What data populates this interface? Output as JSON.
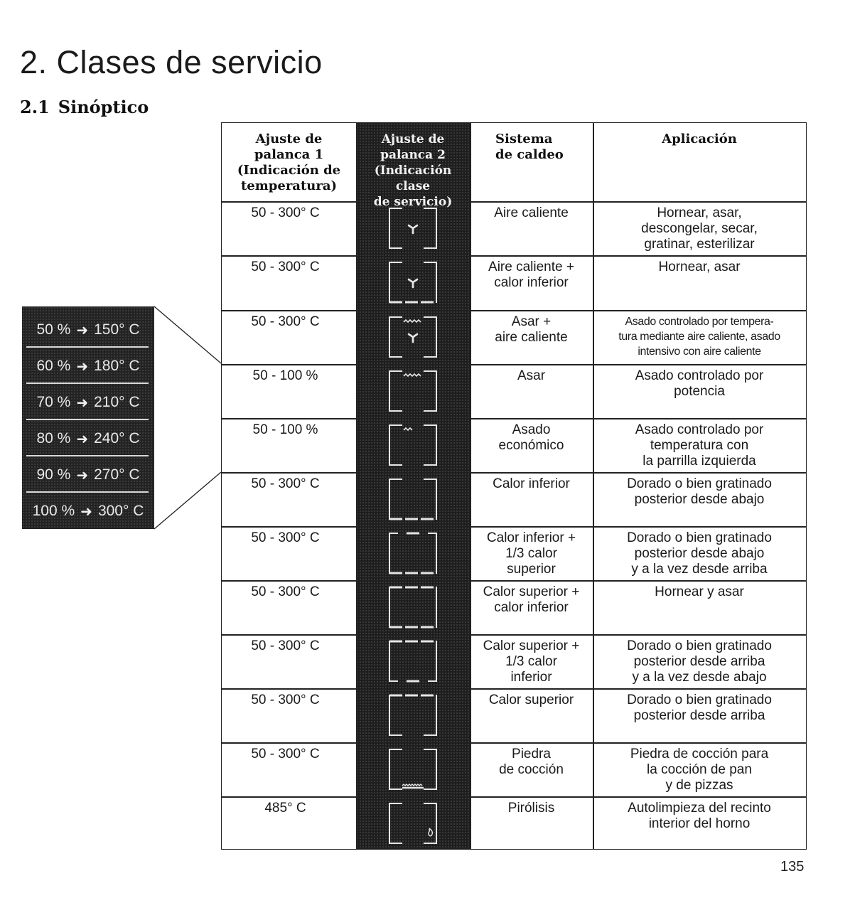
{
  "page": {
    "title": "2. Clases de servicio",
    "section_number": "2.1",
    "section_title": "Sinóptico",
    "page_number": "135"
  },
  "table": {
    "headers": [
      "Ajuste de\npalanca 1\n(Indicación de\ntemperatura)",
      "Ajuste de\npalanca 2\n(Indicación clase\nde servicio)",
      "Sistema\nde caldeo",
      "Aplicación"
    ],
    "rows": [
      {
        "temp": "50 - 300° C",
        "icon": "fan-icon",
        "system": "Aire caliente",
        "application": "Hornear, asar,\ndescongelar, secar,\ngratinar, esterilizar"
      },
      {
        "temp": "50 - 300° C",
        "icon": "fan-bottom-heat-icon",
        "system": "Aire caliente +\ncalor inferior",
        "application": "Hornear, asar"
      },
      {
        "temp": "50 - 300° C",
        "icon": "grill-fan-icon",
        "system": "Asar +\naire caliente",
        "application": "Asado controlado por tempera-\ntura mediante aire caliente, asado\nintensivo con aire caliente"
      },
      {
        "temp": "50 - 100 %",
        "icon": "grill-icon",
        "system": "Asar",
        "application": "Asado controlado por\npotencia"
      },
      {
        "temp": "50 - 100 %",
        "icon": "eco-grill-icon",
        "system": "Asado\neconómico",
        "application": "Asado controlado por\ntemperatura con\nla parrilla izquierda"
      },
      {
        "temp": "50 - 300° C",
        "icon": "bottom-heat-icon",
        "system": "Calor inferior",
        "application": "Dorado o bien gratinado\nposterior desde abajo"
      },
      {
        "temp": "50 - 300° C",
        "icon": "bottom-third-top-icon",
        "system": "Calor inferior +\n1/3 calor\nsuperior",
        "application": "Dorado o bien gratinado\nposterior desde abajo\ny a la vez desde arriba"
      },
      {
        "temp": "50 - 300° C",
        "icon": "top-bottom-heat-icon",
        "system": "Calor superior +\ncalor inferior",
        "application": "Hornear y asar"
      },
      {
        "temp": "50 - 300° C",
        "icon": "top-third-bottom-icon",
        "system": "Calor superior +\n1/3 calor\ninferior",
        "application": "Dorado o bien gratinado\nposterior desde arriba\ny a la vez desde abajo"
      },
      {
        "temp": "50 - 300° C",
        "icon": "top-heat-icon",
        "system": "Calor superior",
        "application": "Dorado o bien gratinado\nposterior desde arriba"
      },
      {
        "temp": "50 - 300° C",
        "icon": "baking-stone-icon",
        "system": "Piedra\nde cocción",
        "application": "Piedra de cocción para\nla cocción de pan\ny de pizzas"
      },
      {
        "temp": "485° C",
        "icon": "pyrolysis-icon",
        "system": "Pirólisis",
        "application": "Autolimpieza del recinto\ninterior del horno"
      }
    ]
  },
  "legend": {
    "items": [
      {
        "percent": "50 %",
        "temp": "150° C"
      },
      {
        "percent": "60 %",
        "temp": "180° C"
      },
      {
        "percent": "70 %",
        "temp": "210° C"
      },
      {
        "percent": "80 %",
        "temp": "240° C"
      },
      {
        "percent": "90 %",
        "temp": "270° C"
      },
      {
        "percent": "100 %",
        "temp": "300° C"
      }
    ]
  }
}
